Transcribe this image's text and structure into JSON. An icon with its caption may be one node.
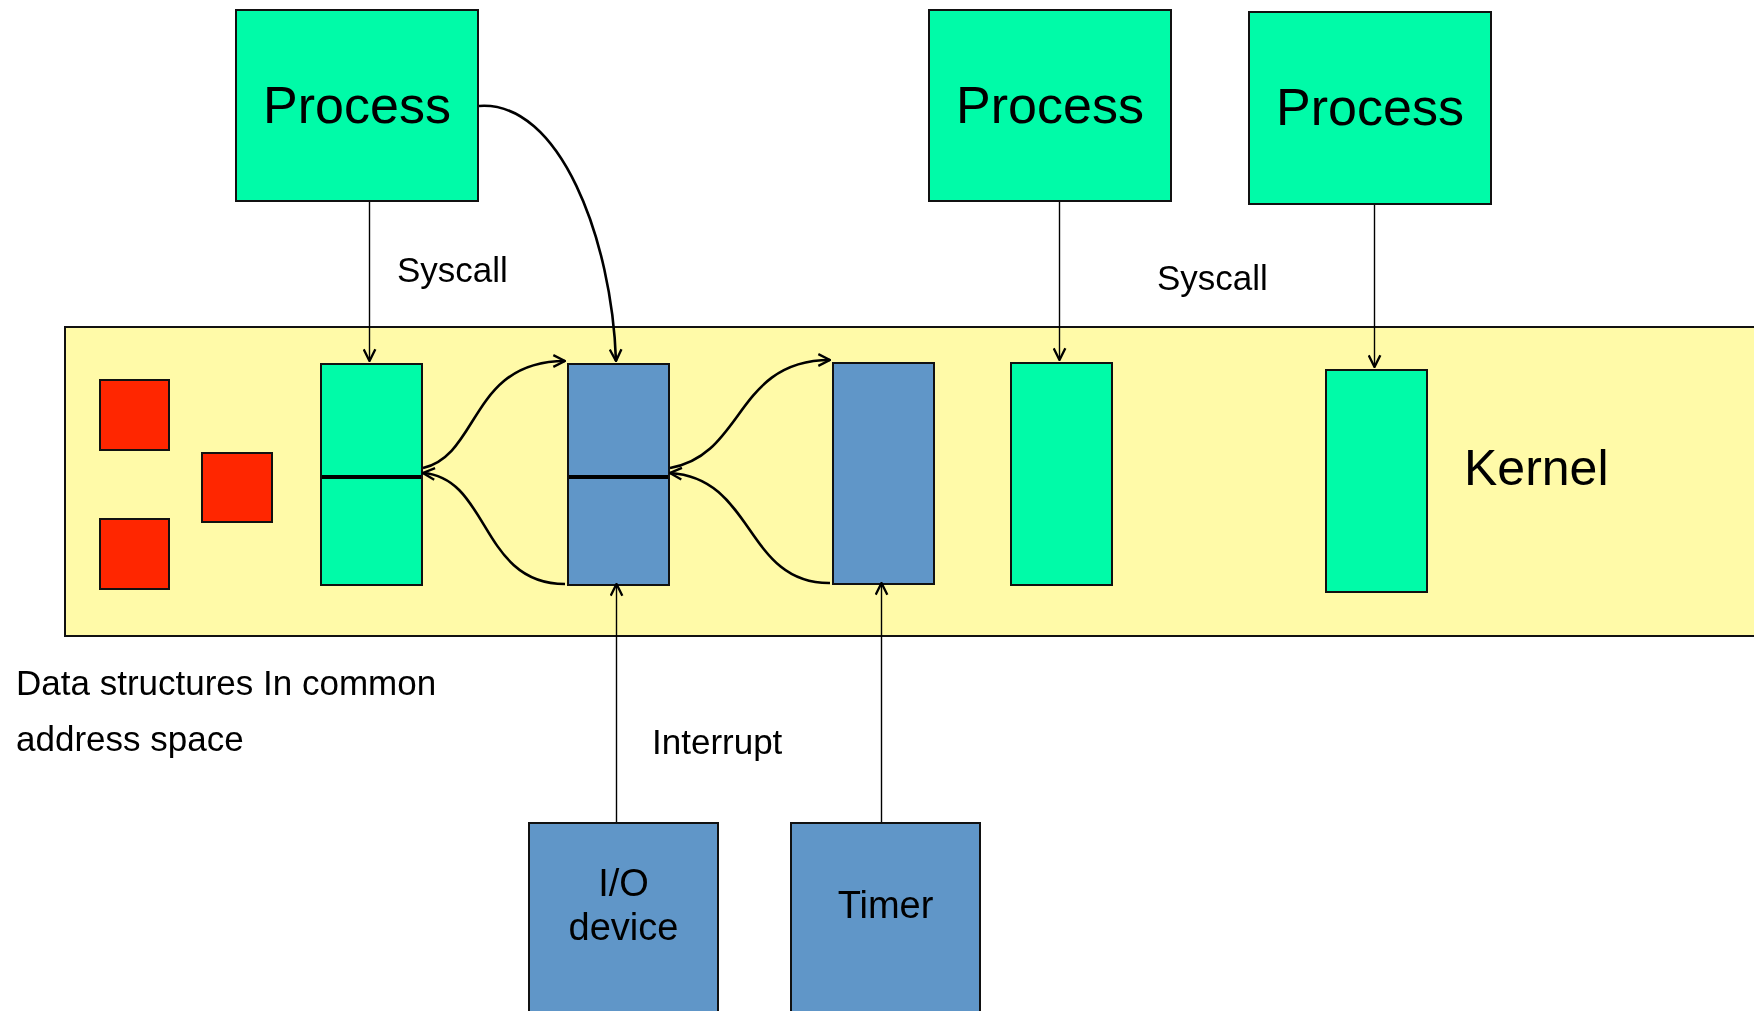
{
  "diagram": {
    "nodes": [
      {
        "text": [
          "Process"
        ]
      },
      {
        "text": [
          "Process"
        ]
      },
      {
        "text": [
          "Process"
        ]
      },
      {
        "text": [
          "Kernel"
        ]
      },
      {
        "text": [],
        "shape": "box",
        "in": 3
      },
      {
        "text": [],
        "shape": "box",
        "in": 3
      },
      {
        "text": [],
        "shape": "box",
        "in": 3
      },
      {
        "text": [],
        "shape": "box",
        "in": 3
      },
      {
        "text": [],
        "shape": "box",
        "in": 3
      },
      {
        "text": [],
        "shape": "box",
        "in": 3
      },
      {
        "text": [],
        "shape": "box",
        "in": 3
      },
      {
        "text": [],
        "shape": "box",
        "in": 3
      },
      {
        "text": [
          "I/O device"
        ]
      },
      {
        "text": [
          "Timer"
        ]
      }
    ],
    "edges": [
      {
        "from": 0,
        "to": 7,
        "arrow": "to"
      },
      {
        "from": 0,
        "to": 8,
        "arrow": "to"
      },
      {
        "from": 7,
        "to": 8,
        "arrow": "to"
      },
      {
        "from": 8,
        "to": 7,
        "arrow": "to"
      },
      {
        "from": 8,
        "to": 9,
        "arrow": "to"
      },
      {
        "from": 9,
        "to": 8,
        "arrow": "to"
      },
      {
        "from": 1,
        "to": 10,
        "arrow": "to"
      },
      {
        "from": 2,
        "to": 11,
        "arrow": "to"
      },
      {
        "from": 12,
        "to": 8,
        "arrow": "to"
      },
      {
        "from": 13,
        "to": 9,
        "arrow": "to"
      }
    ],
    "labels": [
      "Syscall",
      "Syscall",
      "Data structures In common address space",
      "Interrupt"
    ]
  }
}
